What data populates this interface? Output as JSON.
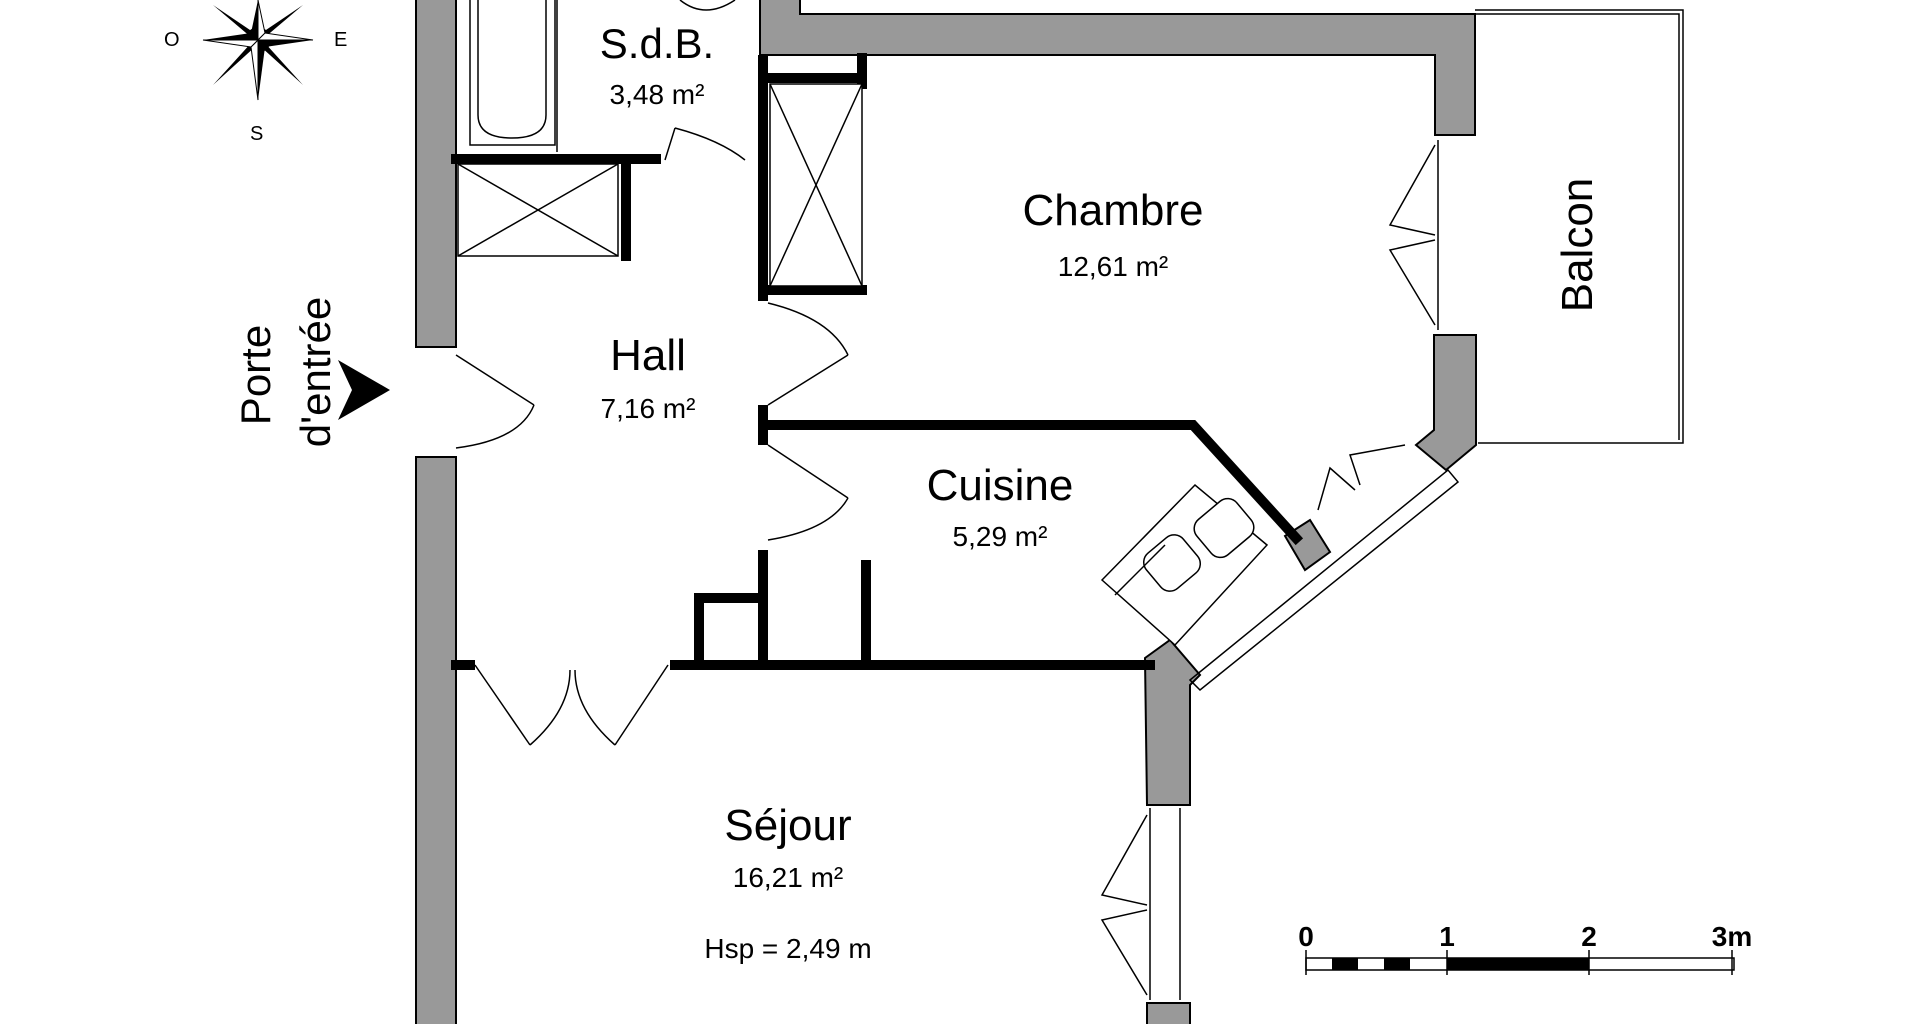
{
  "rooms": {
    "sdb": {
      "name": "S.d.B.",
      "area": "3,48 m²"
    },
    "chambre": {
      "name": "Chambre",
      "area": "12,61 m²"
    },
    "balcon": {
      "name": "Balcon"
    },
    "hall": {
      "name": "Hall",
      "area": "7,16 m²"
    },
    "cuisine": {
      "name": "Cuisine",
      "area": "5,29 m²"
    },
    "sejour": {
      "name": "Séjour",
      "area": "16,21 m²",
      "ceiling_height": "Hsp = 2,49 m"
    }
  },
  "entrance": {
    "line1": "Porte",
    "line2": "d'entrée"
  },
  "compass": {
    "west": "O",
    "east": "E",
    "south": "S"
  },
  "scale": {
    "ticks": [
      "0",
      "1",
      "2",
      "3m"
    ]
  },
  "colors": {
    "exterior_wall": "#999999",
    "interior_wall": "#000000",
    "background": "#ffffff"
  }
}
